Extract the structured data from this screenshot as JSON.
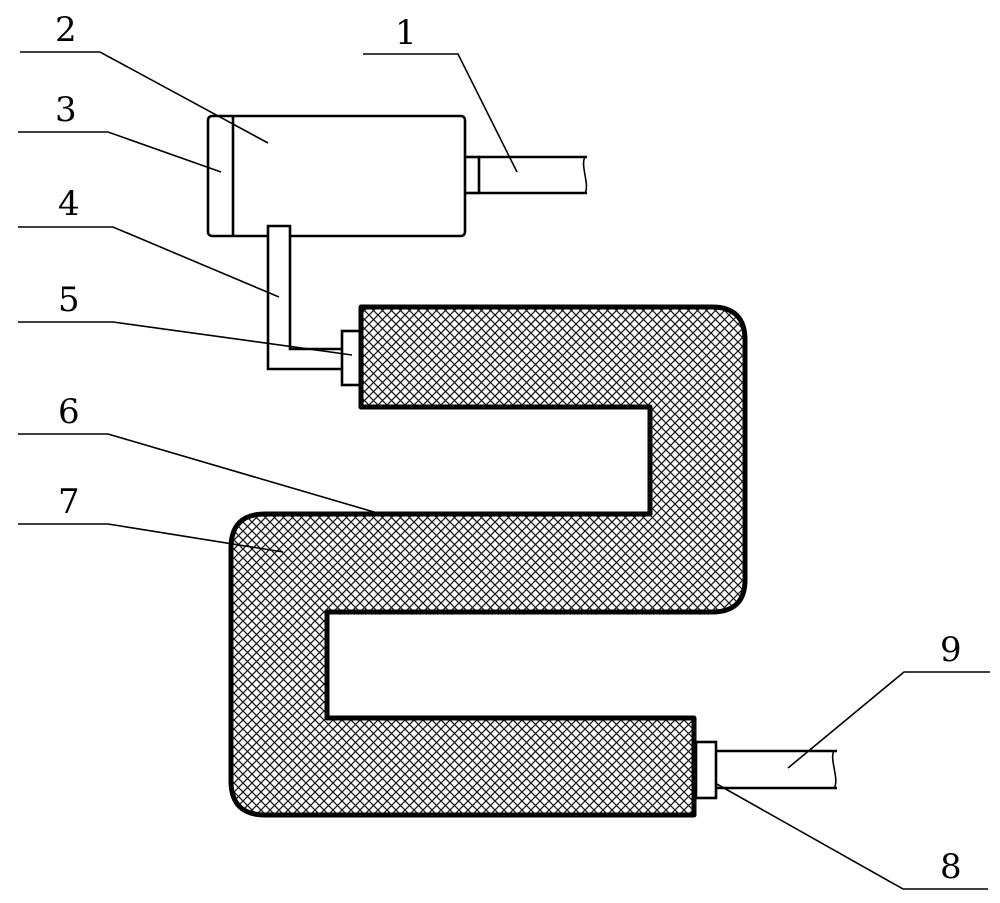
{
  "labels": {
    "l1": "1",
    "l2": "2",
    "l3": "3",
    "l4": "4",
    "l5": "5",
    "l6": "6",
    "l7": "7",
    "l8": "8",
    "l9": "9"
  },
  "colors": {
    "stroke": "#000000",
    "background": "#ffffff",
    "mesh_fill": "#9a9a9a"
  }
}
